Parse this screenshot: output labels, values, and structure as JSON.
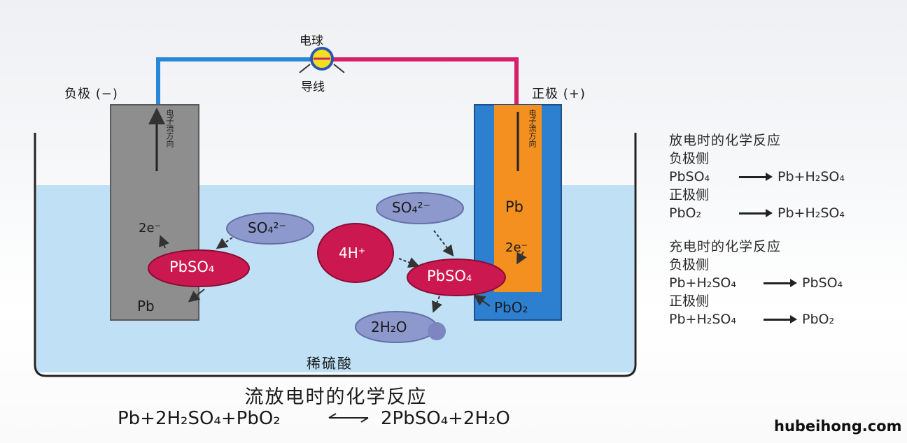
{
  "bulb_label": "电球",
  "wire_label": "导线",
  "negative_label": "负极 (−)",
  "positive_label": "正极 (+)",
  "electron_flow_text": "电子流方向",
  "ions": {
    "so4_left": "SO₄²⁻",
    "so4_right": "SO₄²⁻",
    "pbso4_left": "PbSO₄",
    "pbso4_right": "PbSO₄",
    "h4": "4H⁺",
    "h2o": "2H₂O",
    "e_left": "2e⁻",
    "e_right": "2e⁻",
    "pb_left": "Pb",
    "pb_right": "Pb",
    "pbo2": "PbO₂"
  },
  "solution_label": "稀硫酸",
  "main_title": "流放电时的化学反应",
  "main_equation": {
    "left": "Pb+2H₂SO₄+PbO₂",
    "right": "2PbSO₄+2H₂O"
  },
  "side_panel": {
    "discharge_title": "放电时的化学反应",
    "discharge_neg_label": "负极侧",
    "discharge_neg_left": "PbSO₄",
    "discharge_neg_right": "Pb+H₂SO₄",
    "discharge_pos_label": "正极侧",
    "discharge_pos_left": "PbO₂",
    "discharge_pos_right": "Pb+H₂SO₄",
    "charge_title": "充电时的化学反应",
    "charge_neg_label": "负极侧",
    "charge_neg_left": "Pb+H₂SO₄",
    "charge_neg_right": "PbSO₄",
    "charge_pos_label": "正极侧",
    "charge_pos_left": "Pb+H₂SO₄",
    "charge_pos_right": "PbO₂"
  },
  "watermark": "hubeihong.com",
  "colors": {
    "electrolyte": "#bfe0f5",
    "negative_plate": "#8e8e8e",
    "positive_outer": "#2d7fd0",
    "positive_inner": "#f3901f",
    "pbso4": "#cc1850",
    "so4": "#8d98cc",
    "wire_neg": "#2a86d6",
    "wire_pos": "#d5206a"
  }
}
